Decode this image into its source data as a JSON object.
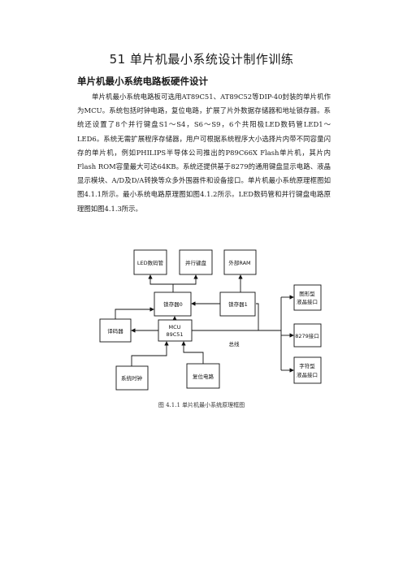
{
  "title": "51 单片机最小系统设计制作训练",
  "subtitle": "单片机最小系统电路板硬件设计",
  "paragraph": "单片机最小系统电路板可选用AT89C51、AT89C52等DIP-40封装的单片机作为MCU。系统包括时钟电路，复位电路，扩展了片外数据存储器和地址锁存器。系统还设置了8个并行键盘S1～S4，S6～S9，6个共阳极LED数码管LED1～LED6。系统无需扩展程序存储器，用户可根据系统程序大小选择片内带不同容量闪存的单片机，例如PHILIPS半导体公司推出的P89C66X Flash单片机，其片内Flash ROM容量最大可达64KB。系统还提供基于8279的通用键盘显示电路、液晶显示模块、A/D及D/A转换等众多外围器件和设备接口。单片机最小系统原理框图如图4.1.1所示。最小系统电路原理图如图4.1.2所示。LED数码管和并行键盘电路原理图如图4.1.3所示。",
  "diagram": {
    "led": "LED数码管",
    "keyboard": "并行键盘",
    "ram": "外部RAM",
    "latch0": "锁存器0",
    "latch1": "锁存器1",
    "decoder": "译码器",
    "mcu_line1": "MCU",
    "mcu_line2": "89C51",
    "clock": "系统时钟",
    "reset": "复位电路",
    "bus": "总线",
    "graphic_lcd_1": "图形型",
    "graphic_lcd_2": "液晶接口",
    "i8279": "8279接口",
    "char_lcd_1": "字符型",
    "char_lcd_2": "液晶接口"
  },
  "caption": "图 4.1.1 单片机最小系统原理框图"
}
